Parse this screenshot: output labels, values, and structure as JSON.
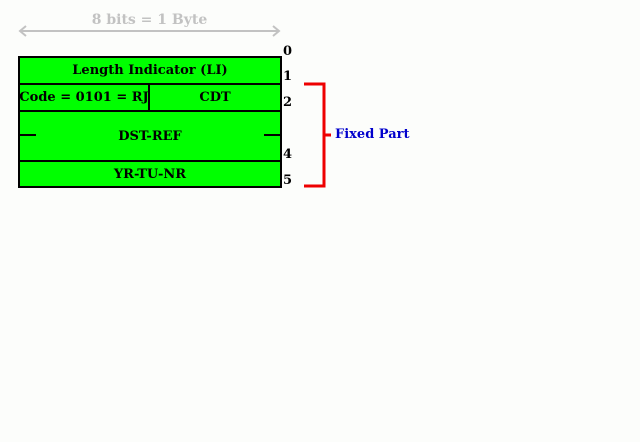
{
  "header": {
    "width_label": "8 bits = 1 Byte"
  },
  "tpdu": {
    "fields": {
      "length_indicator": "Length Indicator (LI)",
      "code": "Code = 0101 = RJ",
      "cdt": "CDT",
      "dst_ref": "DST-REF",
      "yr_tu_nr": "YR-TU-NR"
    },
    "octets": [
      "0",
      "1",
      "2",
      "4",
      "5"
    ]
  },
  "brace": {
    "label": "Fixed Part"
  },
  "colors": {
    "field_fill": "#00ff00",
    "border": "#000000",
    "brace": "#ee0000",
    "brace_label": "#0000cc",
    "width_indicator": "#c2c2c2",
    "background": "#fcfdfb"
  }
}
